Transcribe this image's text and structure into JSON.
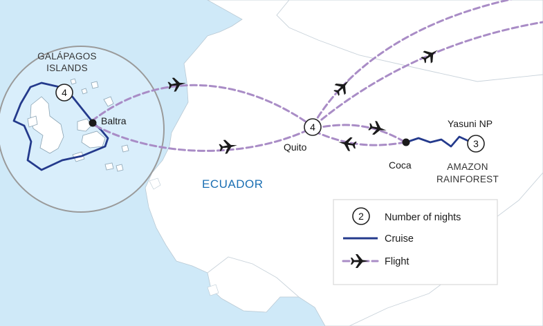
{
  "map": {
    "country_label": "ECUADOR",
    "inset": {
      "title_line1": "GALÁPAGOS",
      "title_line2": "ISLANDS",
      "nights": "4"
    },
    "places": {
      "baltra": "Baltra",
      "quito": "Quito",
      "quito_nights": "4",
      "coca": "Coca",
      "yasuni": "Yasuni NP",
      "yasuni_nights": "3"
    },
    "region": {
      "line1": "AMAZON",
      "line2": "RAINFOREST"
    }
  },
  "legend": {
    "sample_nights": "2",
    "nights_label": "Number of nights",
    "cruise_label": "Cruise",
    "flight_label": "Flight"
  },
  "colors": {
    "sea": "#cfe9f8",
    "land": "#ffffff",
    "flight_route": "#a98cc6",
    "cruise_route": "#243a8c",
    "country_label": "#1b6fb3"
  },
  "icons": [
    "airplane-icon",
    "location-dot"
  ]
}
